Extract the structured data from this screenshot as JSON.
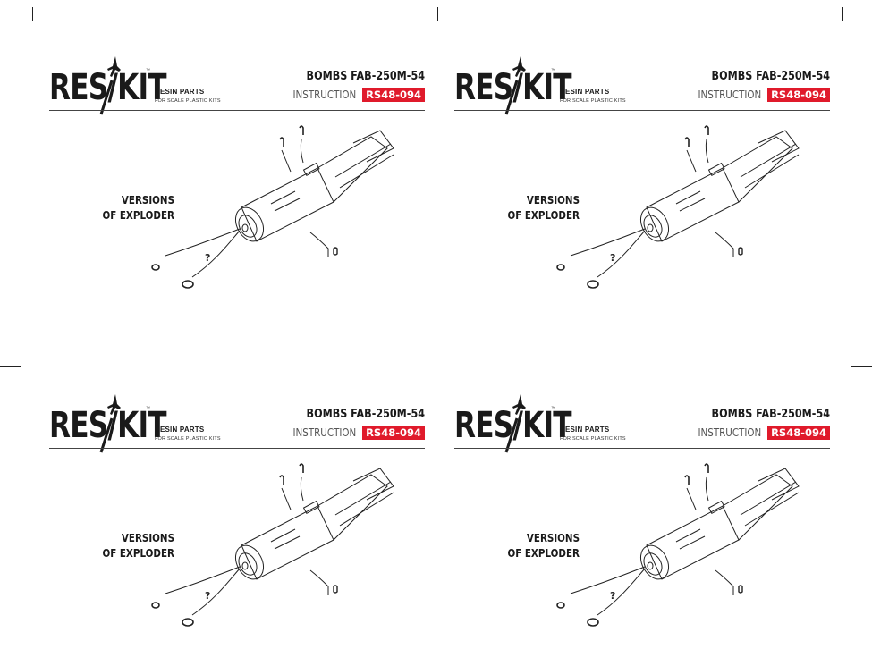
{
  "sheets": [
    {
      "brand": "RES/KIT",
      "tagline_1": "RESIN PARTS",
      "tagline_2": "FOR SCALE PLASTIC KITS",
      "title": "BOMBS FAB-250M-54",
      "instruction_label": "INSTRUCTION",
      "product_code": "RS48-094",
      "callout_line_1": "VERSIONS",
      "callout_line_2": "OF EXPLODER",
      "question_mark": "?"
    }
  ],
  "colors": {
    "accent": "#e01a2b",
    "ink": "#1a1a1a",
    "rule": "#444444"
  }
}
